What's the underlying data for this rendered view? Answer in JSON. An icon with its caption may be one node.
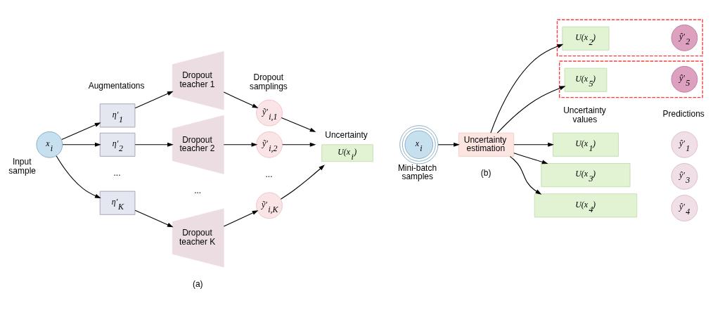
{
  "diagram": {
    "nodes": [
      {
        "text": [
          "x$_{i}$"
        ],
        "beside": [
          "Input sample"
        ]
      },
      {
        "text": [
          "η′$_{1}$"
        ]
      },
      {
        "text": [
          "η′$_{2}$"
        ]
      },
      {
        "text": [
          "η′$_{K}$"
        ]
      },
      {
        "text": [
          "Dropout teacher 1"
        ]
      },
      {
        "text": [
          "Dropout teacher 2"
        ]
      },
      {
        "text": [
          "Dropout teacher K"
        ]
      },
      {
        "text": [
          "ỹ′$_{i,1}$"
        ]
      },
      {
        "text": [
          "ỹ′$_{i,2}$"
        ]
      },
      {
        "text": [
          "ỹ′$_{i,K}$"
        ]
      },
      {
        "text": [
          "U(x$_{i}$)"
        ],
        "beside": [
          "Uncertainty"
        ]
      },
      {
        "text": [
          "x$_{i}$"
        ],
        "beside": [
          "Mini-batch samples"
        ]
      },
      {
        "text": [
          "Uncertainty estimation"
        ]
      },
      {
        "text": [
          "U(x$_{1}$)"
        ]
      },
      {
        "text": [
          "ŷ′$_{1}$"
        ]
      },
      {
        "text": [],
        "shape": "box"
      },
      {
        "text": [
          "U(x$_{2}$)"
        ],
        "in": 15
      },
      {
        "text": [
          "ŷ′$_{2}$"
        ],
        "in": 15
      },
      {
        "text": [
          "U(x$_{3}$)"
        ]
      },
      {
        "text": [
          "ŷ′$_{3}$"
        ]
      },
      {
        "text": [
          "U(x$_{4}$)"
        ]
      },
      {
        "text": [
          "ŷ′$_{4}$"
        ]
      },
      {
        "text": [],
        "shape": "box"
      },
      {
        "text": [
          "U(x$_{5}$)"
        ],
        "in": 22
      },
      {
        "text": [
          "ŷ′$_{5}$"
        ],
        "in": 22
      }
    ],
    "edges": [
      {
        "from": 0,
        "to": 1,
        "arrow": "to"
      },
      {
        "from": 0,
        "to": 2,
        "arrow": "to"
      },
      {
        "from": 0,
        "to": 3,
        "arrow": "to"
      },
      {
        "from": 1,
        "to": 4,
        "arrow": "to"
      },
      {
        "from": 2,
        "to": 5,
        "arrow": "to"
      },
      {
        "from": 3,
        "to": 6,
        "arrow": "to"
      },
      {
        "from": 4,
        "to": 7,
        "arrow": "to"
      },
      {
        "from": 5,
        "to": 8,
        "arrow": "to"
      },
      {
        "from": 6,
        "to": 9,
        "arrow": "to"
      },
      {
        "from": 7,
        "to": 10,
        "arrow": "to"
      },
      {
        "from": 8,
        "to": 10,
        "arrow": "to"
      },
      {
        "from": 9,
        "to": 10,
        "arrow": "to"
      },
      {
        "from": 11,
        "to": 12,
        "arrow": "to"
      },
      {
        "from": 12,
        "to": 13,
        "arrow": "to"
      },
      {
        "from": 12,
        "to": 16,
        "arrow": "to"
      },
      {
        "from": 12,
        "to": 18,
        "arrow": "to"
      },
      {
        "from": 12,
        "to": 20,
        "arrow": "to"
      },
      {
        "from": 12,
        "to": 23,
        "arrow": "to"
      }
    ],
    "labels": [
      "Dropout samplings",
      "Uncertainty values",
      "Predictions",
      "Augmentations",
      "...",
      "...",
      "...",
      "(a)",
      "(b)"
    ]
  }
}
